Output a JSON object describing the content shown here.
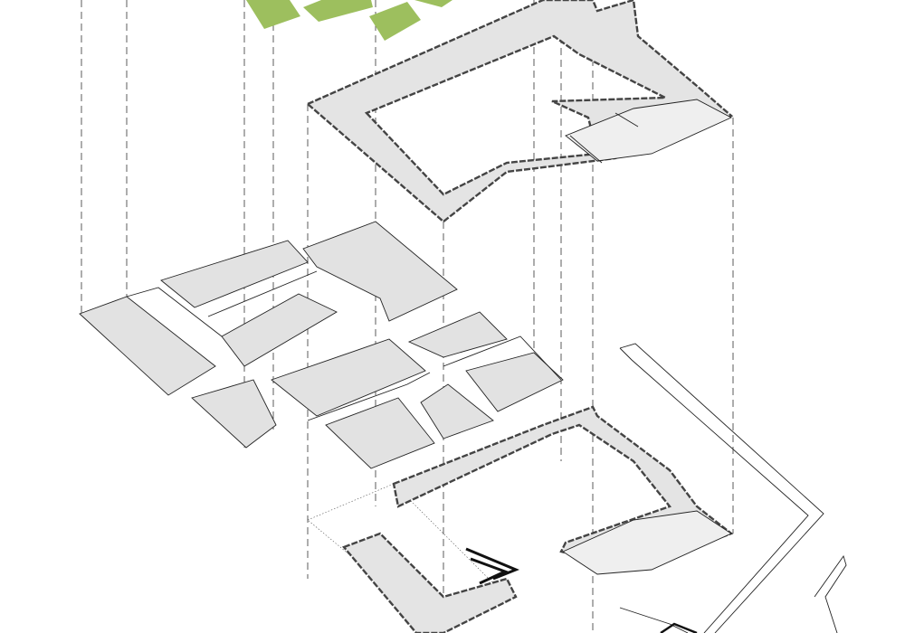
{
  "colors": {
    "background": "#ffffff",
    "green_area": "#9dbf5e",
    "floor_fill": "#e4e4e4",
    "block_fill": "#e2e2e2",
    "line": "#222222"
  },
  "layers": [
    "green-roof-layer",
    "upper-floor-plan",
    "roof-blocks-layer",
    "ground-floor-plan",
    "site-road-outline"
  ]
}
